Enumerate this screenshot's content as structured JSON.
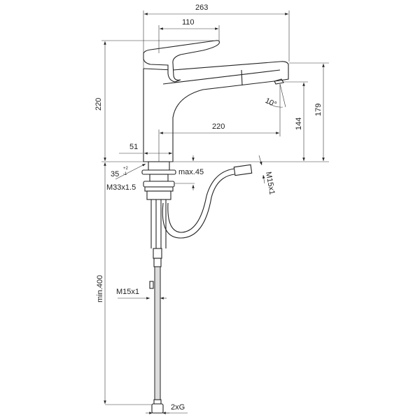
{
  "dimensions": {
    "overall_length": "263",
    "lever_length": "110",
    "overall_height": "220",
    "spout_reach": "220",
    "spout_height_179": "179",
    "outlet_height": "144",
    "body_diameter": "51",
    "spout_angle": "10°",
    "hole_diameter": "35",
    "hole_tolerance_upper": "+2",
    "hole_tolerance_lower": "-1",
    "max_deck_thickness": "max.45",
    "shank_thread": "M33x1.5",
    "hose_thread_top": "M15x1",
    "hose_thread_bottom": "M15x1",
    "min_hose_length": "min.400",
    "connection": "2xG"
  }
}
